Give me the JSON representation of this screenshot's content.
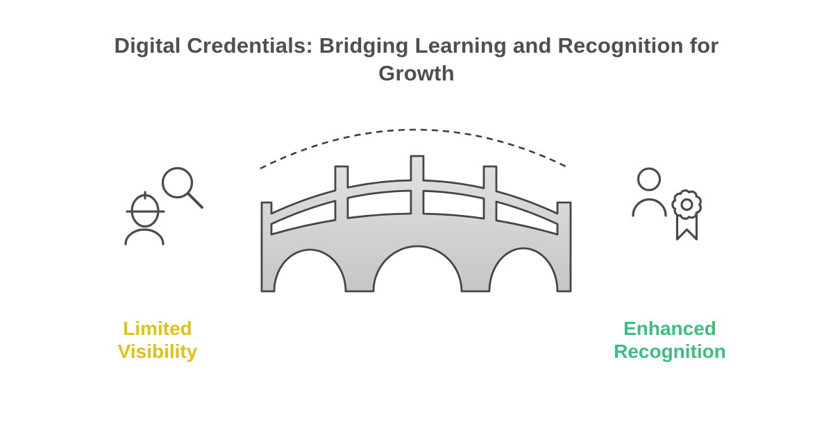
{
  "title": {
    "text": "Digital Credentials: Bridging Learning and Recognition for Growth",
    "line1": "Digital Credentials: Bridging Learning and Recognition for",
    "line2": "Growth"
  },
  "center_graphic": {
    "icon": "bridge-icon",
    "overlay": "dashed-arc"
  },
  "left_item": {
    "icon": "person-search-icon",
    "label": "Limited Visibility"
  },
  "right_item": {
    "icon": "person-award-icon",
    "label": "Enhanced Recognition"
  },
  "colors": {
    "background": "#FFFFFF",
    "title_text": "#4D4F54",
    "limited_visibility_text": "#E2C117",
    "enhanced_recognition_text": "#3DBD80",
    "icon_stroke": "#4A4B4E",
    "bridge_outline": "#454545",
    "bridge_fill_light": "#E2E2E2",
    "bridge_fill_dark": "#C6C6C6",
    "dashed_arc": "#3F3F3F"
  }
}
